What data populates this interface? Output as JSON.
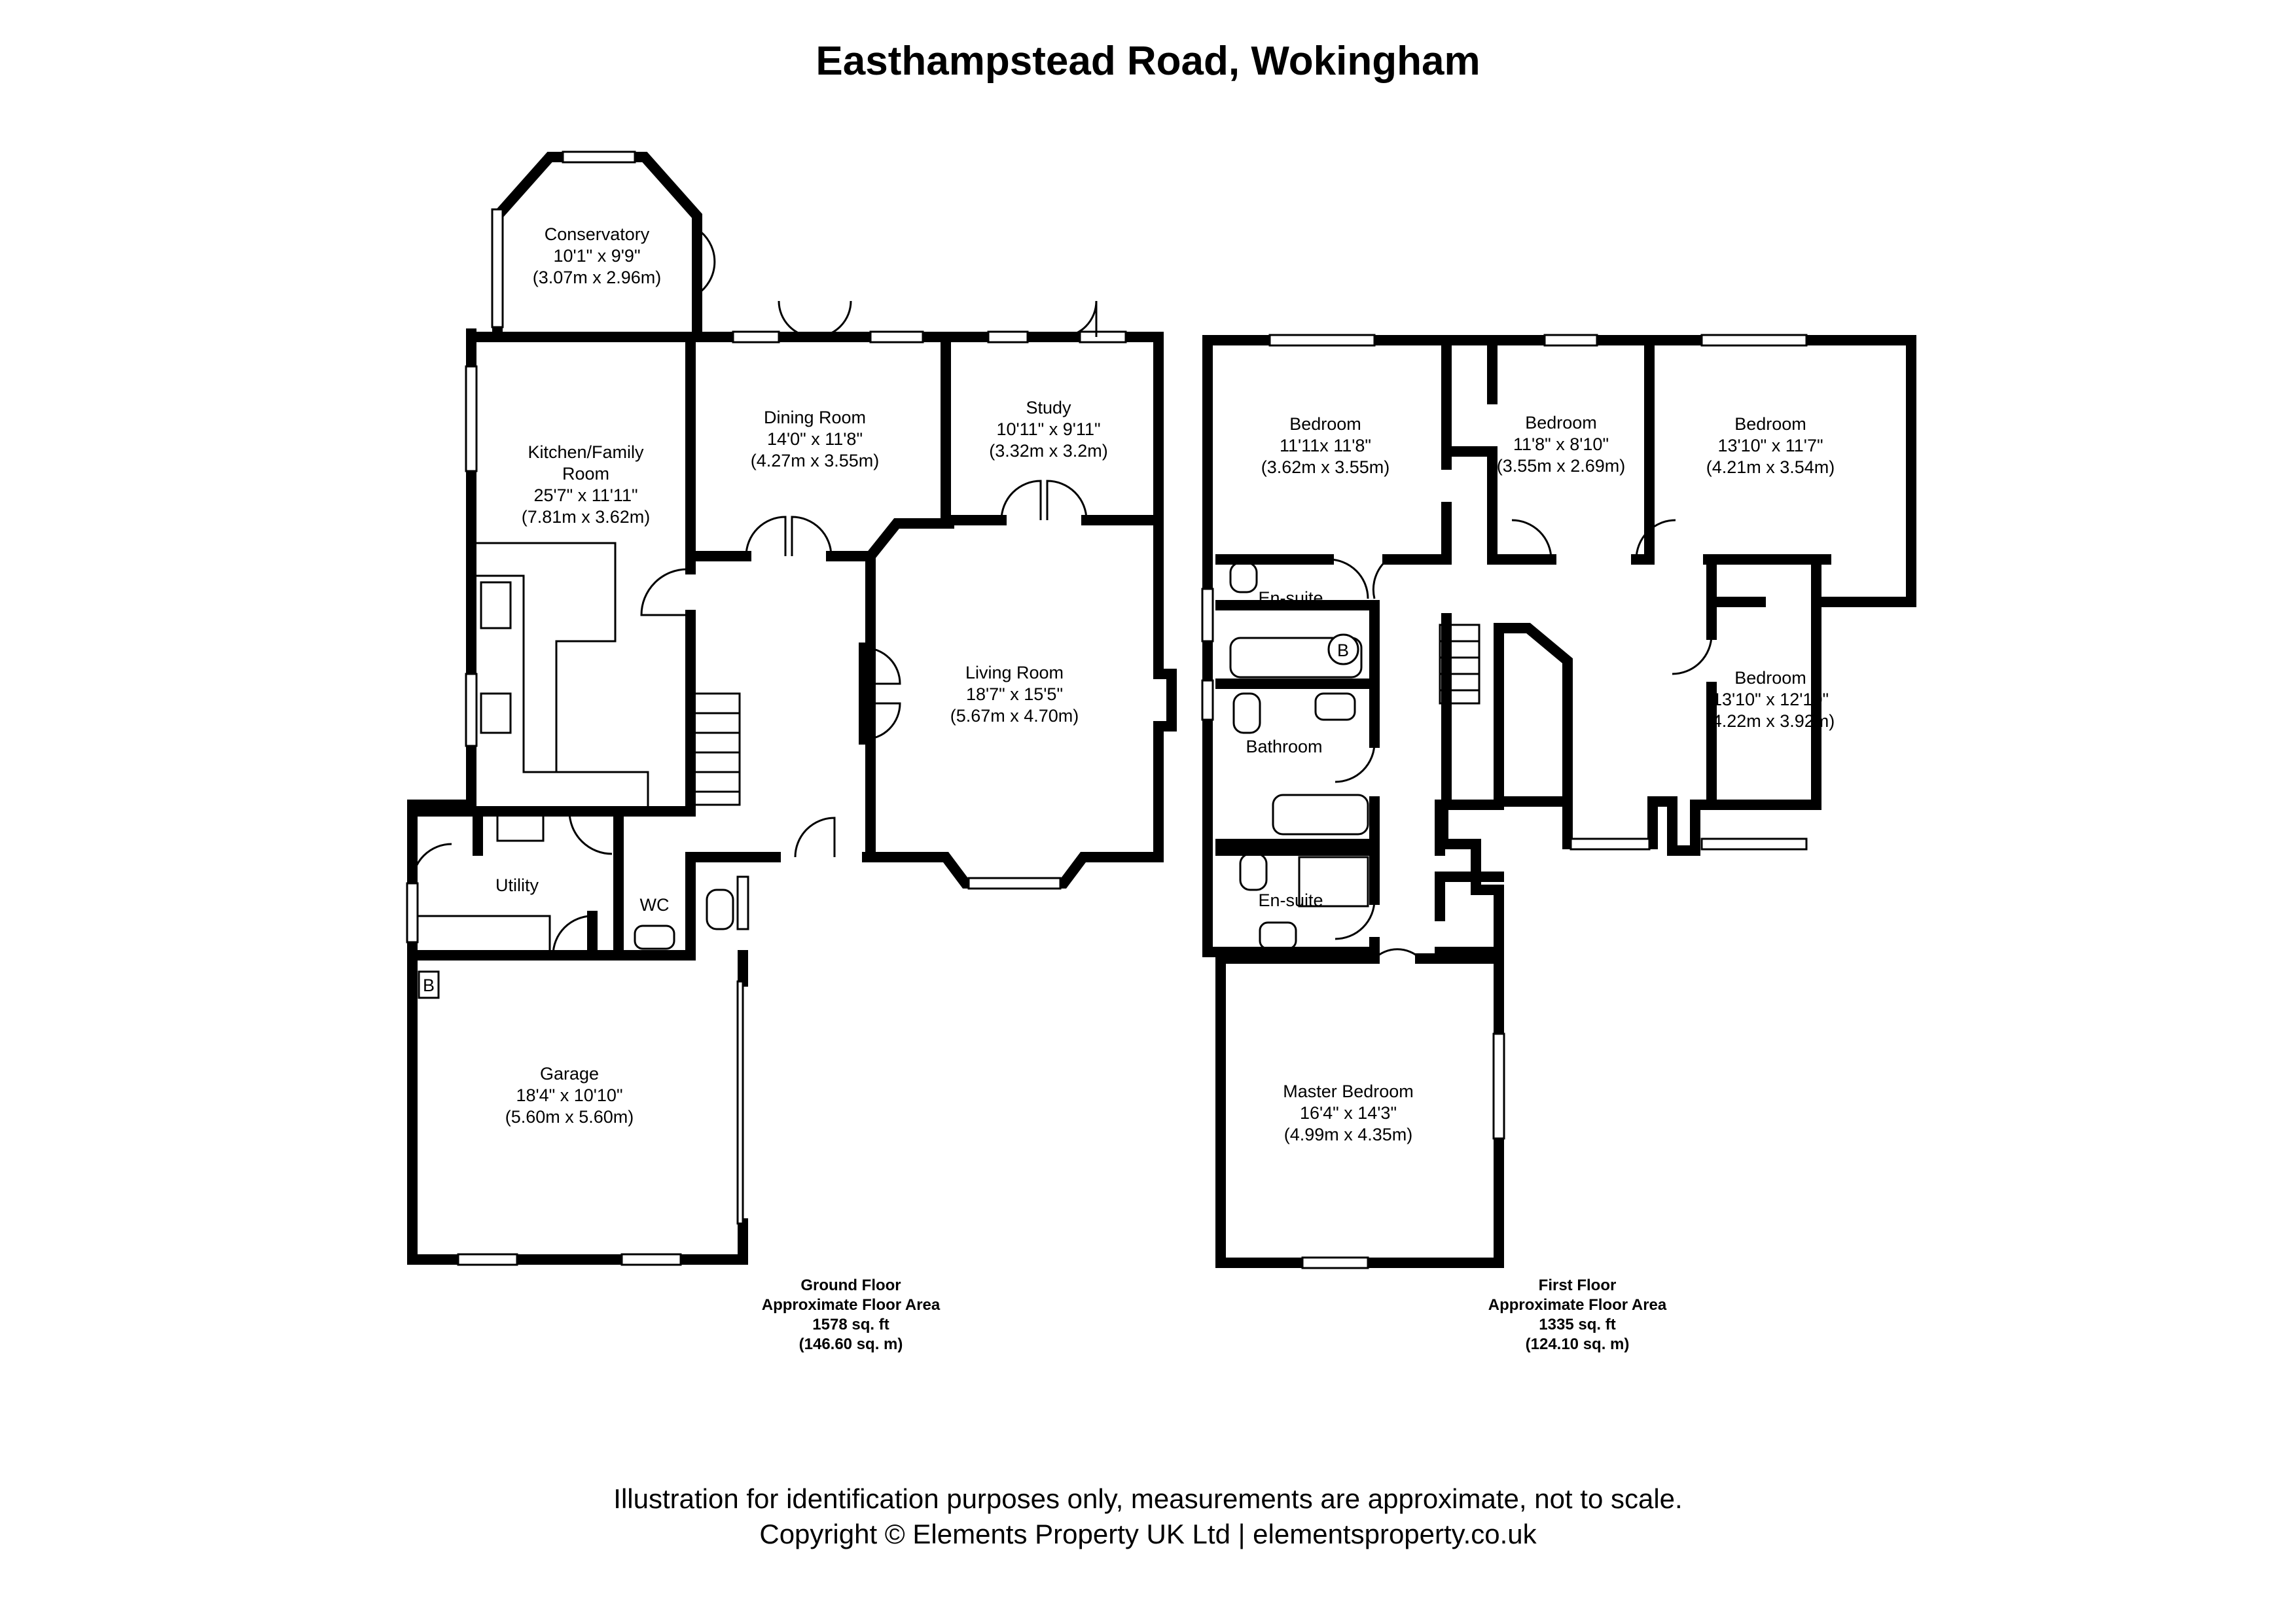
{
  "title": "Easthampstead Road, Wokingham",
  "rooms": {
    "conservatory": [
      "Conservatory",
      "10'1\" x 9'9\"",
      "(3.07m x 2.96m)"
    ],
    "kitchen": [
      "Kitchen/Family",
      "Room",
      "25'7\" x 11'11\"",
      "(7.81m x 3.62m)"
    ],
    "dining": [
      "Dining Room",
      "14'0\" x 11'8\"",
      "(4.27m x 3.55m)"
    ],
    "study": [
      "Study",
      "10'11\" x 9'11\"",
      "(3.32m x 3.2m)"
    ],
    "living": [
      "Living Room",
      "18'7\" x 15'5\"",
      "(5.67m x 4.70m)"
    ],
    "utility": [
      "Utility"
    ],
    "wc": [
      "WC"
    ],
    "garage": [
      "Garage",
      "18'4\" x 10'10\"",
      "(5.60m x 5.60m)"
    ],
    "bed1": [
      "Bedroom",
      "11'11x 11'8\"",
      "(3.62m x 3.55m)"
    ],
    "bed2": [
      "Bedroom",
      "11'8\" x 8'10\"",
      "(3.55m x 2.69m)"
    ],
    "bed3": [
      "Bedroom",
      "13'10\" x 11'7\"",
      "(4.21m x 3.54m)"
    ],
    "bed4": [
      "Bedroom",
      "13'10\" x 12'10\"",
      "(4.22m x 3.92m)"
    ],
    "ensuite1": [
      "En-suite"
    ],
    "bathroom": [
      "Bathroom"
    ],
    "ensuite2": [
      "En-suite"
    ],
    "master": [
      "Master Bedroom",
      "16'4\" x 14'3\"",
      "(4.99m x 4.35m)"
    ],
    "boiler_ground": [
      "B"
    ],
    "boiler_first": [
      "B"
    ]
  },
  "ground_floor": {
    "name": "Ground Floor",
    "label": "Approximate Floor Area",
    "sqft": "1578 sq. ft",
    "sqm": "(146.60 sq. m)"
  },
  "first_floor": {
    "name": "First Floor",
    "label": "Approximate Floor Area",
    "sqft": "1335 sq. ft",
    "sqm": "(124.10 sq. m)"
  },
  "disclaimer": {
    "line1": "Illustration for identification purposes only, measurements are approximate, not to scale.",
    "line2": "Copyright © Elements Property UK Ltd | elementsproperty.co.uk"
  }
}
